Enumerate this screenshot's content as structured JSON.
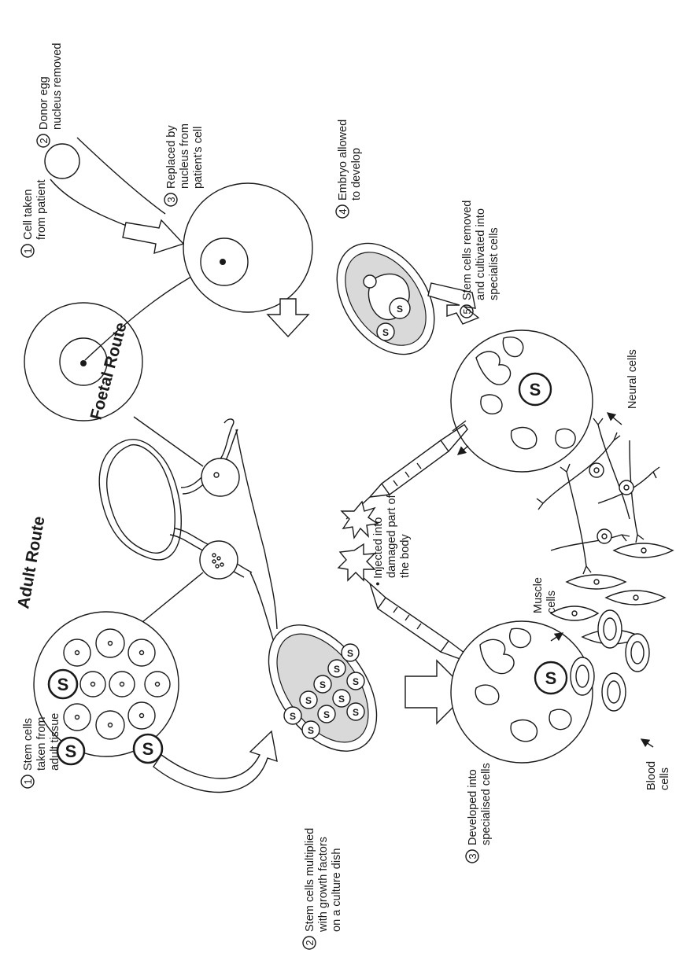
{
  "routes": {
    "foetal": "Foetal Route",
    "adult": "Adult Route"
  },
  "foetal_steps": [
    {
      "num": "1",
      "lines": [
        "Cell taken",
        "from patient"
      ]
    },
    {
      "num": "2",
      "lines": [
        "Donor egg",
        "nucleus removed"
      ]
    },
    {
      "num": "3",
      "lines": [
        "Replaced by",
        "nucleus from",
        "patient's cell"
      ]
    },
    {
      "num": "4",
      "lines": [
        "Embryo allowed",
        "to develop"
      ]
    },
    {
      "num": "5",
      "lines": [
        "Stem cells removed",
        "and cultivated into",
        "specialist cells"
      ]
    }
  ],
  "adult_steps": [
    {
      "num": "1",
      "lines": [
        "Stem cells",
        "taken from",
        "adult tissue"
      ]
    },
    {
      "num": "2",
      "lines": [
        "Stem cells multiplied",
        "with growth factors",
        "on a culture dish"
      ]
    },
    {
      "num": "3",
      "lines": [
        "Developed into",
        "specialised cells"
      ]
    }
  ],
  "injection": {
    "lines": [
      "• Injected into",
      "damaged part of",
      "the body"
    ]
  },
  "cell_types": {
    "neural": [
      "Neural cells"
    ],
    "muscle": [
      "Muscle",
      "cells"
    ],
    "blood": [
      "Blood",
      "cells"
    ]
  },
  "stem_marker": "S"
}
